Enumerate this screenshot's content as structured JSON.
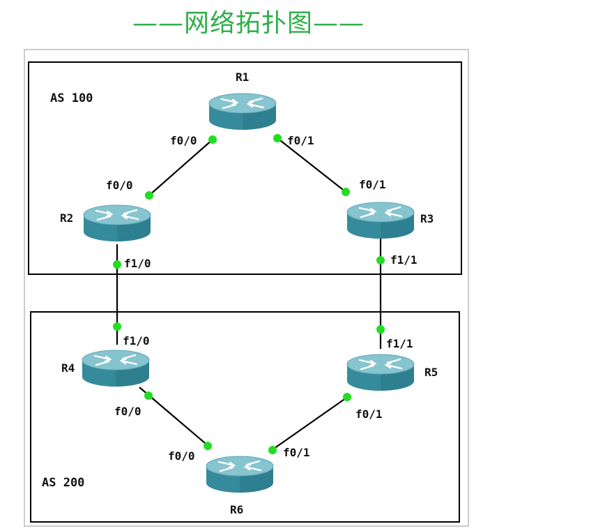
{
  "title": "——网络拓扑图——",
  "colors": {
    "title": "#2fae4a",
    "port_dot": "#22dd22",
    "router_top": "#7fbfcb",
    "router_side": "#2e7f90",
    "link": "#000000"
  },
  "areas": [
    {
      "id": "as100",
      "label": "AS 100"
    },
    {
      "id": "as200",
      "label": "AS 200"
    }
  ],
  "routers": [
    {
      "id": "R1",
      "label": "R1",
      "icon": "router-icon"
    },
    {
      "id": "R2",
      "label": "R2",
      "icon": "router-icon"
    },
    {
      "id": "R3",
      "label": "R3",
      "icon": "router-icon"
    },
    {
      "id": "R4",
      "label": "R4",
      "icon": "router-icon"
    },
    {
      "id": "R5",
      "label": "R5",
      "icon": "router-icon"
    },
    {
      "id": "R6",
      "label": "R6",
      "icon": "router-icon"
    }
  ],
  "links": [
    {
      "id": "R1-R2",
      "a": "R1",
      "a_port": "f0/0",
      "b": "R2",
      "b_port": "f0/0"
    },
    {
      "id": "R1-R3",
      "a": "R1",
      "a_port": "f0/1",
      "b": "R3",
      "b_port": "f0/1"
    },
    {
      "id": "R2-R4",
      "a": "R2",
      "a_port": "f1/0",
      "b": "R4",
      "b_port": "f1/0"
    },
    {
      "id": "R3-R5",
      "a": "R3",
      "a_port": "f1/1",
      "b": "R5",
      "b_port": "f1/1"
    },
    {
      "id": "R4-R6",
      "a": "R4",
      "a_port": "f0/0",
      "b": "R6",
      "b_port": "f0/0"
    },
    {
      "id": "R5-R6",
      "a": "R5",
      "a_port": "f0/1",
      "b": "R6",
      "b_port": "f0/1"
    }
  ]
}
